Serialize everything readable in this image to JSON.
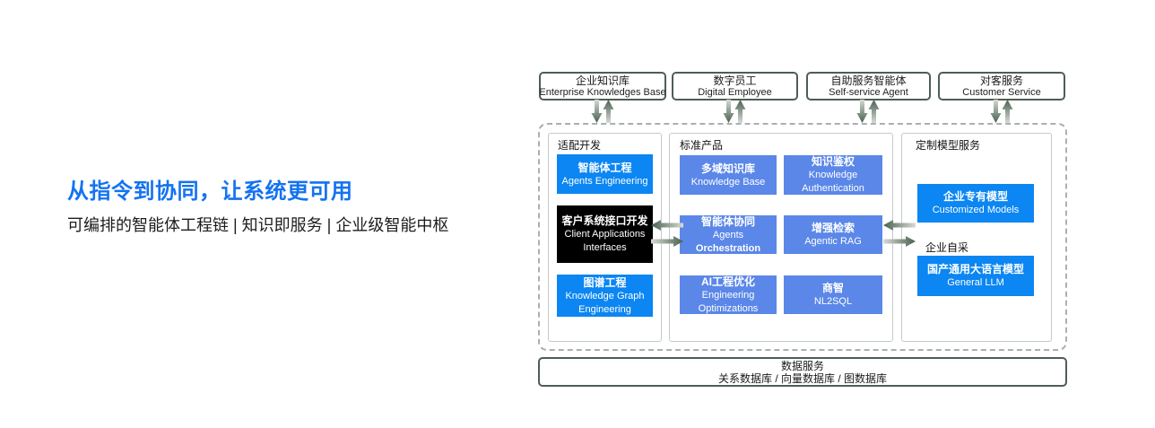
{
  "hero": {
    "title": "从指令到协同，让系统更可用",
    "subtitle": "可编排的智能体工程链 | 知识即服务 | 企业级智能中枢"
  },
  "top_services": [
    {
      "cn": "企业知识库",
      "en": "Enterprise Knowledges Base"
    },
    {
      "cn": "数字员工",
      "en": "Digital Employee"
    },
    {
      "cn": "自助服务智能体",
      "en": "Self-service Agent"
    },
    {
      "cn": "对客服务",
      "en": "Customer Service"
    }
  ],
  "panels": {
    "adaptation": {
      "title": "适配开发",
      "items": [
        {
          "cn": "智能体工程",
          "en": "Agents Engineering"
        },
        {
          "cn": "客户系统接口开发",
          "en": "Client Applications Interfaces"
        },
        {
          "cn": "图谱工程",
          "en": "Knowledge Graph Engineering"
        }
      ]
    },
    "standard": {
      "title": "标准产品",
      "items": [
        {
          "cn": "多域知识库",
          "en": "Knowledge Base"
        },
        {
          "cn": "知识鉴权",
          "en": "Knowledge Authentication"
        },
        {
          "cn": "智能体协同",
          "en": "Agents",
          "en_bold": "Orchestration"
        },
        {
          "cn": "增强检索",
          "en": "Agentic RAG"
        },
        {
          "cn": "AI工程优化",
          "en": "Engineering Optimizations"
        },
        {
          "cn": "商智",
          "en": "NL2SQL"
        }
      ]
    },
    "custom_model": {
      "title": "定制模型服务",
      "self_sourced_label": "企业自采",
      "items": [
        {
          "cn": "企业专有模型",
          "en": "Customized Models"
        },
        {
          "cn": "国产通用大语言模型",
          "en": "General LLM"
        }
      ]
    }
  },
  "data_service": {
    "title": "数据服务",
    "databases": "关系数据库 / 向量数据库 / 图数据库"
  },
  "colors": {
    "title_blue": "#1373f0",
    "accent_blue": "#0b86f2",
    "soft_blue": "#5b87e8",
    "node_black": "#000000",
    "border_dark": "#4e5e55",
    "arrow_dark": "#47604f",
    "arrow_tail": "#d7dbd5"
  }
}
